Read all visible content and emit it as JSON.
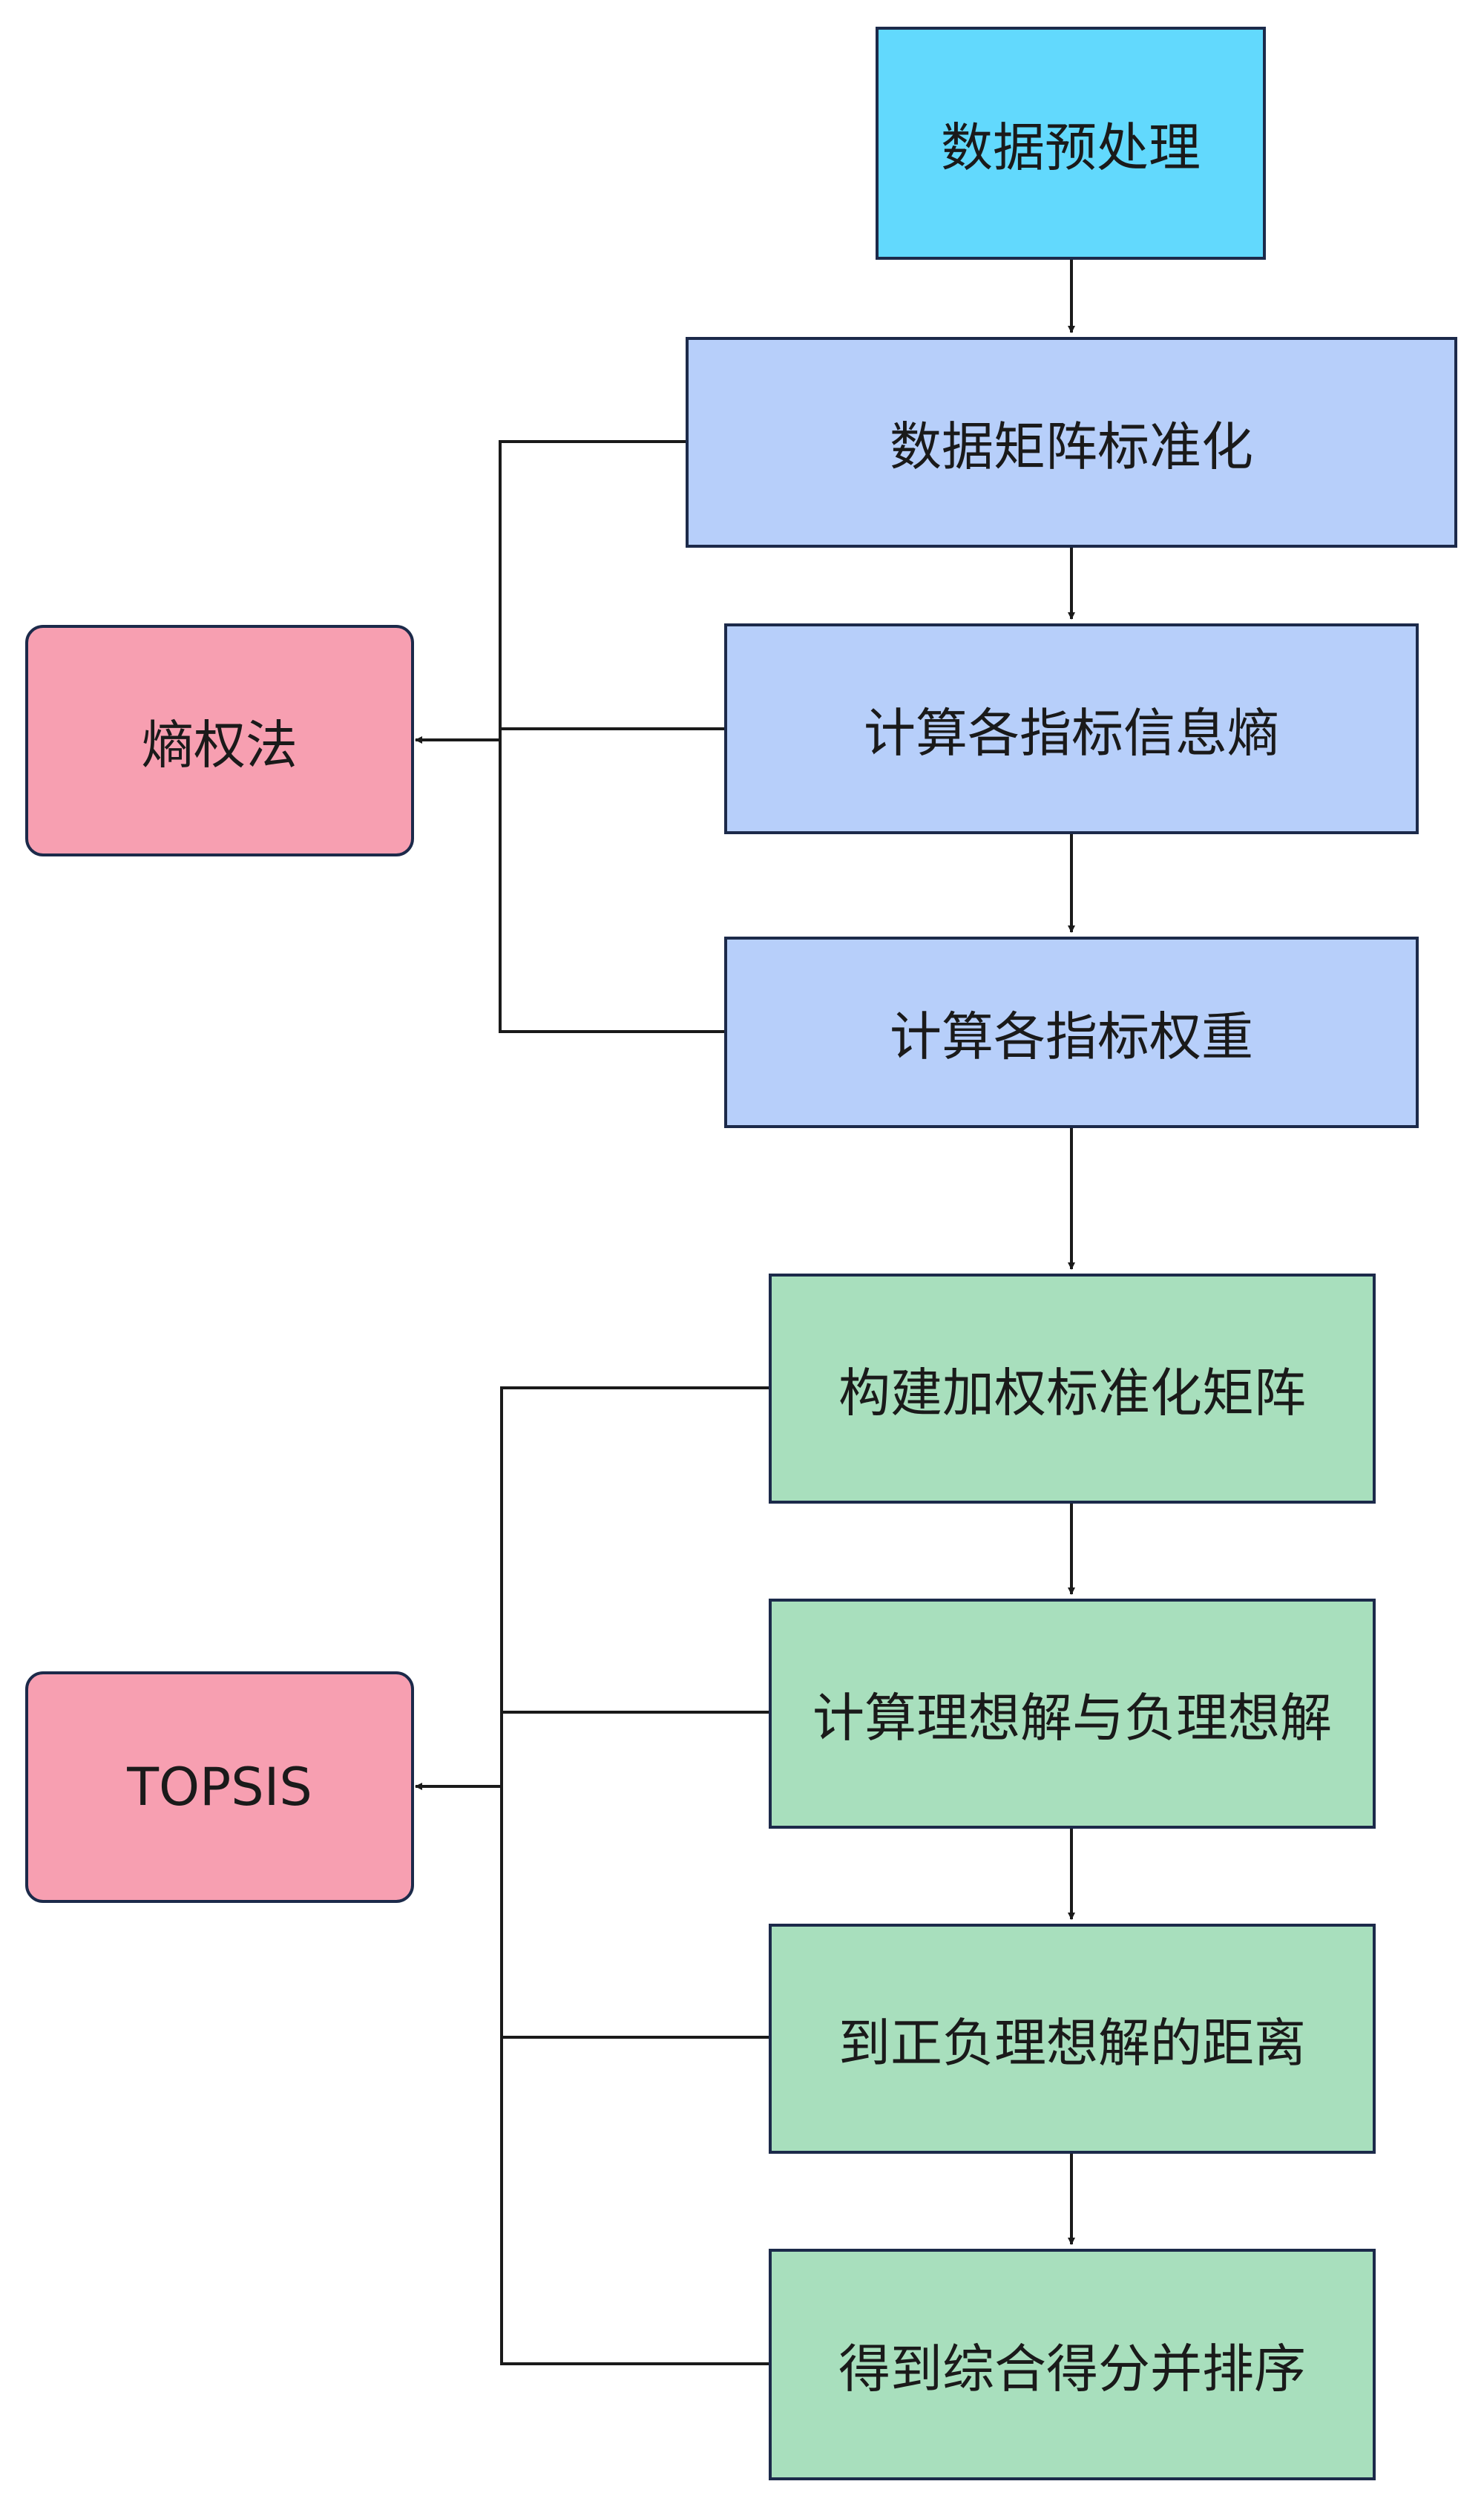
{
  "colors": {
    "preprocess": "#62d9fd",
    "entropy_steps": "#b7cffa",
    "topsis_steps": "#a8dfbd",
    "methods": "#f79fb1",
    "border": "#1c2a4a",
    "line": "#1a1a1a"
  },
  "nodes": {
    "preprocess": "数据预处理",
    "standardize": "数据矩阵标准化",
    "entropy_info": "计算各指标信息熵",
    "weights": "计算各指标权重",
    "weighted_matrix": "构建加权标准化矩阵",
    "ideal_solutions": "计算理想解与负理想解",
    "distances": "到正负理想解的距离",
    "score_rank": "得到综合得分并排序",
    "entropy_method": "熵权法",
    "topsis": "TOPSIS"
  }
}
